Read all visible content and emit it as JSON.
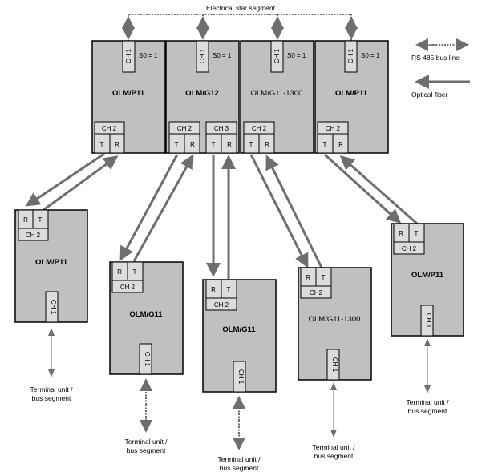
{
  "title": "Electrical star segment",
  "legend": {
    "rs485": "RS 485 bus line",
    "fiber": "Optical fiber"
  },
  "colors": {
    "module_fill": "#c0c0c0",
    "port_fill": "#dcdcdc",
    "line": "#6e6e6e"
  },
  "top_modules": [
    {
      "name": "OLM/P11",
      "ch1": "CH 1",
      "s0": "S0 = 1",
      "ports": [
        {
          "ch": "CH 2",
          "t": "T",
          "r": "R"
        }
      ]
    },
    {
      "name": "OLM/G12",
      "ch1": "CH 1",
      "s0": "S0 = 1",
      "ports": [
        {
          "ch": "CH 2",
          "t": "T",
          "r": "R"
        },
        {
          "ch": "CH 3",
          "t": "T",
          "r": "R"
        }
      ]
    },
    {
      "name": "OLM/G11-1300",
      "ch1": "CH 1",
      "s0": "S0 = 1",
      "ports": [
        {
          "ch": "CH 2",
          "t": "T",
          "r": "R"
        }
      ]
    },
    {
      "name": "OLM/P11",
      "ch1": "CH 1",
      "s0": "S0 = 1",
      "ports": [
        {
          "ch": "CH 2",
          "t": "T",
          "r": "R"
        }
      ]
    }
  ],
  "bottom_modules": [
    {
      "name": "OLM/P11",
      "ch1": "CH 1",
      "ch2": "CH 2",
      "r": "R",
      "t": "T",
      "terminal": [
        "Terminal unit /",
        "bus segment"
      ]
    },
    {
      "name": "OLM/G11",
      "ch1": "CH 1",
      "ch2": "CH 2",
      "r": "R",
      "t": "T",
      "terminal": [
        "Terminal unit /",
        "bus segment"
      ]
    },
    {
      "name": "OLM/G11",
      "ch1": "CH 1",
      "ch2": "CH 2",
      "r": "R",
      "t": "T",
      "terminal": [
        "Terminal unit /",
        "bus segment"
      ]
    },
    {
      "name": "OLM/G11-1300",
      "ch1": "CH 1",
      "ch2": "CH2",
      "r": "R",
      "t": "T",
      "terminal": [
        "Terminal unit /",
        "bus segment"
      ]
    },
    {
      "name": "OLM/P11",
      "ch1": "CH 1",
      "ch2": "CH 2",
      "r": "R",
      "t": "T",
      "terminal": [
        "Terminal unit /",
        "bus segment"
      ]
    }
  ]
}
